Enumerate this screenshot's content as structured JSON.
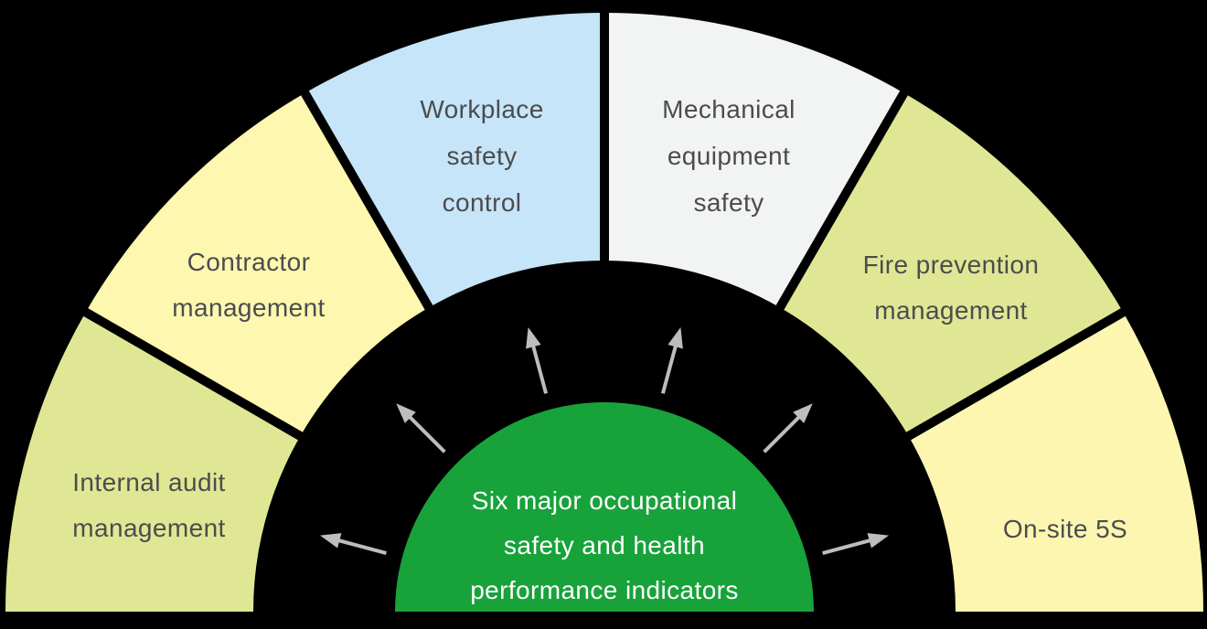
{
  "background_color": "#000000",
  "center": {
    "lines": [
      "Six major occupational",
      "safety and health",
      "performance indicators"
    ],
    "color": "#18a23a",
    "text_color": "#ffffff"
  },
  "segments": [
    {
      "id": "internal-audit-management",
      "lines": [
        "Internal audit",
        "management"
      ],
      "color": "#dfe794"
    },
    {
      "id": "contractor-management",
      "lines": [
        "Contractor",
        "management"
      ],
      "color": "#fdf7b0"
    },
    {
      "id": "workplace-safety-control",
      "lines": [
        "Workplace",
        "safety",
        "control"
      ],
      "color": "#c6e5f8"
    },
    {
      "id": "mechanical-equipment-safety",
      "lines": [
        "Mechanical",
        "equipment",
        "safety"
      ],
      "color": "#f2f4f4"
    },
    {
      "id": "fire-prevention-management",
      "lines": [
        "Fire prevention",
        "management"
      ],
      "color": "#dfe794"
    },
    {
      "id": "on-site-5s",
      "lines": [
        "On-site 5S"
      ],
      "color": "#fcf6b1"
    }
  ],
  "label_color": "#4c4c4e",
  "arrow_color": "#bdbdbd"
}
